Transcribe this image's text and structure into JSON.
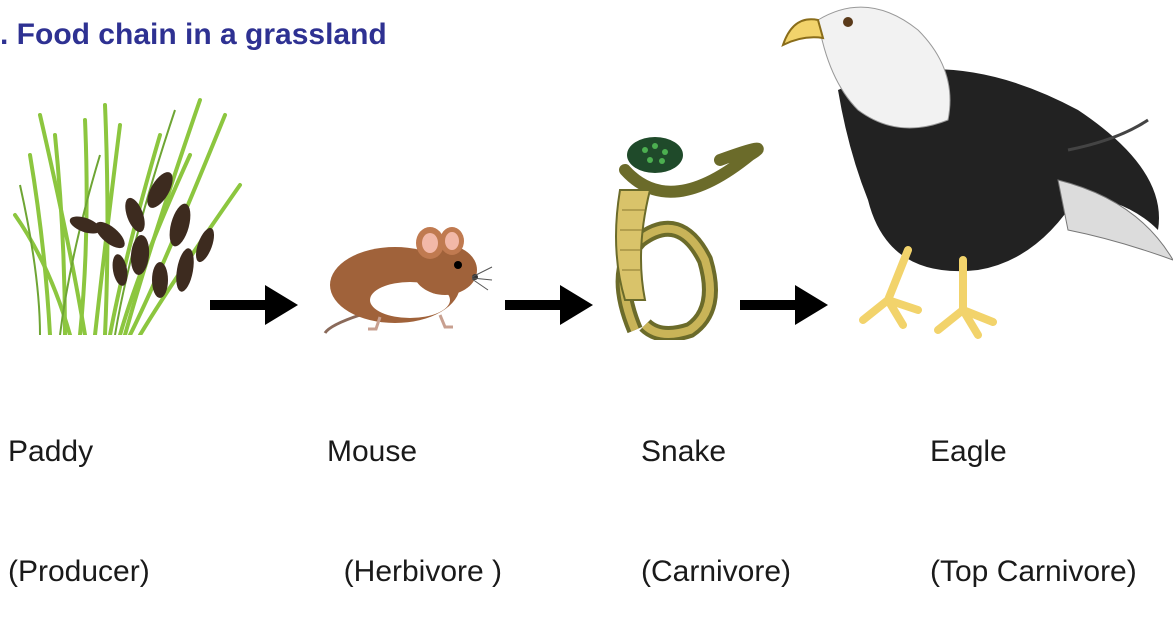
{
  "title": ". Food chain in a grassland",
  "organisms": [
    {
      "name": "Paddy",
      "role": "(Producer)",
      "icon": "paddy-icon"
    },
    {
      "name": "Mouse",
      "role": "  (Herbivore )",
      "icon": "mouse-icon"
    },
    {
      "name": "Snake",
      "role": "(Carnivore)",
      "icon": "snake-icon"
    },
    {
      "name": "Eagle",
      "role": "(Top Carnivore)",
      "icon": "eagle-icon"
    }
  ],
  "arrows": [
    "arrow-right-icon",
    "arrow-right-icon",
    "arrow-right-icon"
  ],
  "colors": {
    "title": "#2e3192",
    "grass": "#8cc63f",
    "grain": "#3d2b1f",
    "mouse": "#a0623a",
    "snake": "#c9b458",
    "eagle_body": "#222222",
    "eagle_head": "#f2f2f2",
    "beak": "#f2d36b"
  }
}
